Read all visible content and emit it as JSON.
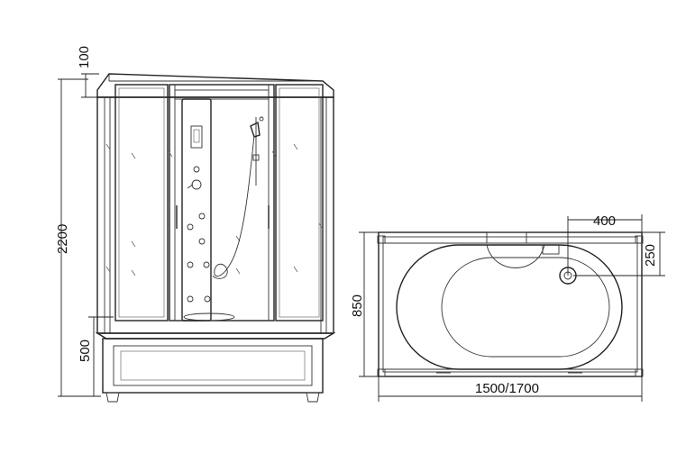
{
  "front_view": {
    "dims": {
      "cap_height": "100",
      "total_height": "2200",
      "base_height": "500"
    }
  },
  "plan_view": {
    "dims": {
      "drain_offset_x": "400",
      "drain_offset_y": "250",
      "depth": "850",
      "width": "1500/1700"
    }
  }
}
